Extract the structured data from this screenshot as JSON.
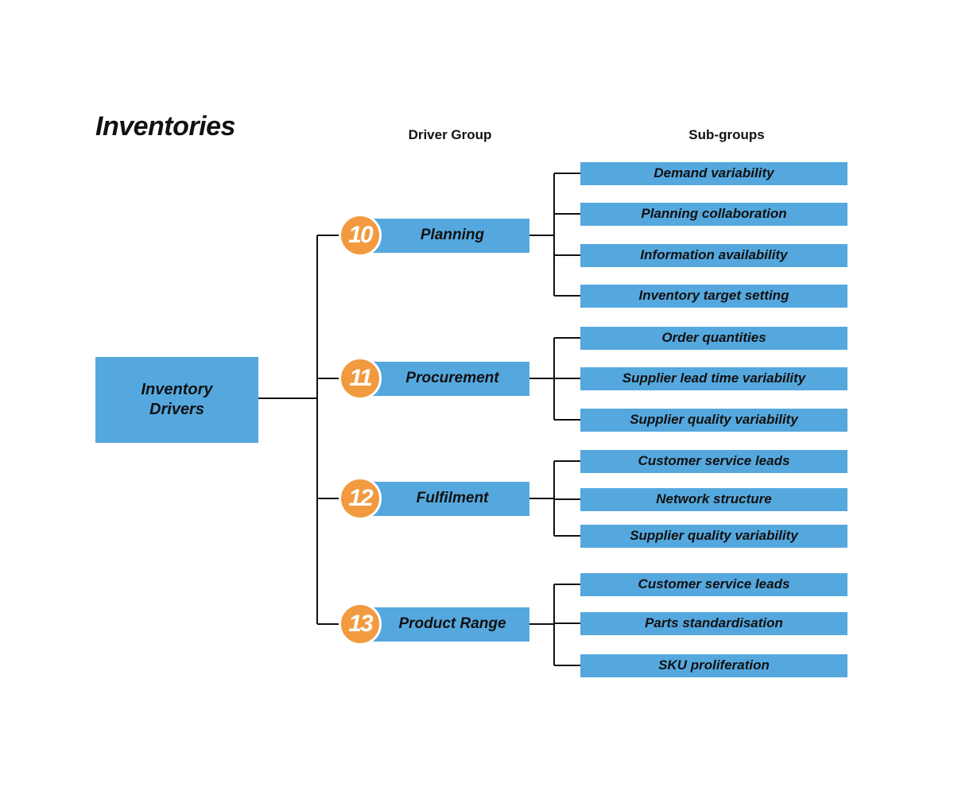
{
  "title": "Inventories",
  "headers": {
    "group": "Driver Group",
    "subgroup": "Sub-groups"
  },
  "colors": {
    "box_fill": "#55a8de",
    "badge_fill": "#f29a3f",
    "line": "#111111"
  },
  "root": {
    "label_line1": "Inventory",
    "label_line2": "Drivers"
  },
  "groups": [
    {
      "number": "10",
      "label": "Planning",
      "subgroups": [
        "Demand variability",
        "Planning collaboration",
        "Information availability",
        "Inventory target setting"
      ]
    },
    {
      "number": "11",
      "label": "Procurement",
      "subgroups": [
        "Order quantities",
        "Supplier lead time variability",
        "Supplier quality variability"
      ]
    },
    {
      "number": "12",
      "label": "Fulfilment",
      "subgroups": [
        "Customer service leads",
        "Network structure",
        "Supplier quality variability"
      ]
    },
    {
      "number": "13",
      "label": "Product Range",
      "subgroups": [
        "Customer service leads",
        "Parts standardisation",
        "SKU proliferation"
      ]
    }
  ]
}
